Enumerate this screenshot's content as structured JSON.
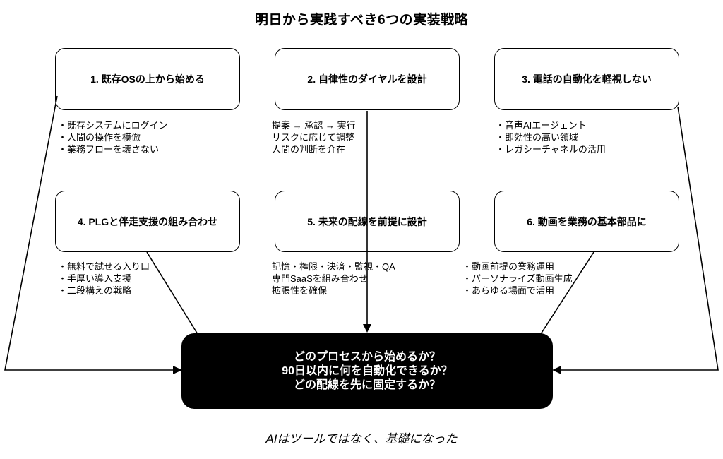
{
  "title": "明日から実践すべき6つの実装戦略",
  "strategies": [
    {
      "title": "1. 既存OSの上から始める",
      "notes": [
        "・既存システムにログイン",
        "・人間の操作を模倣",
        "・業務フローを壊さない"
      ]
    },
    {
      "title": "2. 自律性のダイヤルを設計",
      "notes": [
        "提案 → 承認 → 実行",
        "リスクに応じて調整",
        "人間の判断を介在"
      ]
    },
    {
      "title": "3. 電話の自動化を軽視しない",
      "notes": [
        "・音声AIエージェント",
        "・即効性の高い領域",
        "・レガシーチャネルの活用"
      ]
    },
    {
      "title": "4. PLGと伴走支援の組み合わせ",
      "notes": [
        "・無料で試せる入り口",
        "・手厚い導入支援",
        "・二段構えの戦略"
      ]
    },
    {
      "title": "5. 未来の配線を前提に設計",
      "notes": [
        "記憶・権限・決済・監視・QA",
        "専門SaaSを組み合わせ",
        "拡張性を確保"
      ]
    },
    {
      "title": "6. 動画を業務の基本部品に",
      "notes": [
        "・動画前提の業務運用",
        "・パーソナライズ動画生成",
        "・あらゆる場面で活用"
      ]
    }
  ],
  "center_box": {
    "lines": [
      "どのプロセスから始めるか？",
      "90日以内に何を自動化できるか？",
      "どの配線を先に固定するか？"
    ]
  },
  "caption": "AIはツールではなく、基礎になった",
  "colors": {
    "background": "#ffffff",
    "stroke": "#000000",
    "box_fill": "#ffffff",
    "center_box_fill": "#000000",
    "center_box_text": "#ffffff"
  }
}
